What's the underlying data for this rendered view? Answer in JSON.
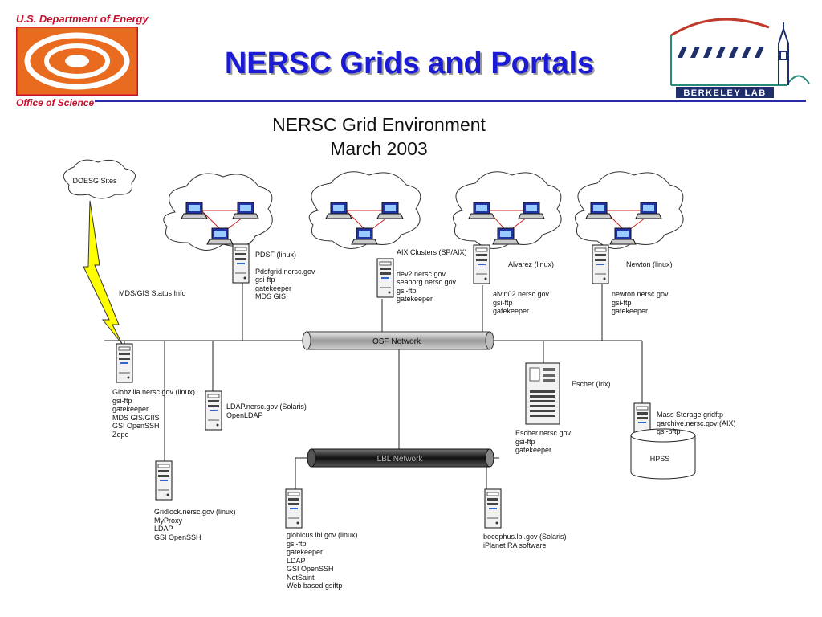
{
  "header": {
    "doe_top": "U.S. Department of Energy",
    "doe_bottom": "Office of Science",
    "title": "NERSC Grids and Portals",
    "berkeley_logo_text": "BERKELEY LAB"
  },
  "diagram": {
    "title_line1": "NERSC Grid Environment",
    "title_line2": "March 2003",
    "doesg_cloud": "DOESG Sites",
    "mds_status": "MDS/GIS Status Info",
    "osf_network": "OSF Network",
    "lbl_network": "LBL Network",
    "hpss": "HPSS",
    "escher_label": "Escher (Irix)",
    "pdsf": [
      "PDSF (linux)",
      "Pdsfgrid.nersc.gov",
      "gsi-ftp",
      "gatekeeper",
      "MDS GIS"
    ],
    "aix": [
      "AIX Clusters (SP/AIX)",
      "dev2.nersc.gov",
      "seaborg.nersc.gov",
      "gsi-ftp",
      "gatekeeper"
    ],
    "alvarez_label": "Alvarez (linux)",
    "alvarez": [
      "alvin02.nersc.gov",
      "gsi-ftp",
      "gatekeeper"
    ],
    "newton_label": "Newton (linux)",
    "newton": [
      "newton.nersc.gov",
      "gsi-ftp",
      "gatekeeper"
    ],
    "globzilla": [
      "Globzilla.nersc.gov (linux)",
      "gsi-ftp",
      "gatekeeper",
      "MDS GIS/GIIS",
      "GSI OpenSSH",
      "Zope"
    ],
    "ldap": [
      "LDAP.nersc.gov (Solaris)",
      "OpenLDAP"
    ],
    "escher": [
      "Escher.nersc.gov",
      "gsi-ftp",
      "gatekeeper"
    ],
    "mass_storage": [
      "Mass Storage gridftp",
      "garchive.nersc.gov (AIX)",
      "gsi-pftp"
    ],
    "gridlock": [
      "Gridlock.nersc.gov (linux)",
      "MyProxy",
      "LDAP",
      "GSI OpenSSH"
    ],
    "globicus": [
      "globicus.lbl.gov (linux)",
      "gsi-ftp",
      "gatekeeper",
      "LDAP",
      "GSI OpenSSH",
      "NetSaint",
      "Web based gsiftp"
    ],
    "bocephus": [
      "bocephus.lbl.gov (Solaris)",
      "iPlanet RA software"
    ]
  },
  "colors": {
    "doe_red": "#c8102e",
    "doe_orange": "#e96b1f",
    "title_blue": "#1b1bd6",
    "rule_blue": "#2a2aa8",
    "lightning_yellow": "#ffff00",
    "berkeley_red": "#c0392b",
    "berkeley_navy": "#1f2f6b",
    "berkeley_teal": "#2a8a7a"
  }
}
